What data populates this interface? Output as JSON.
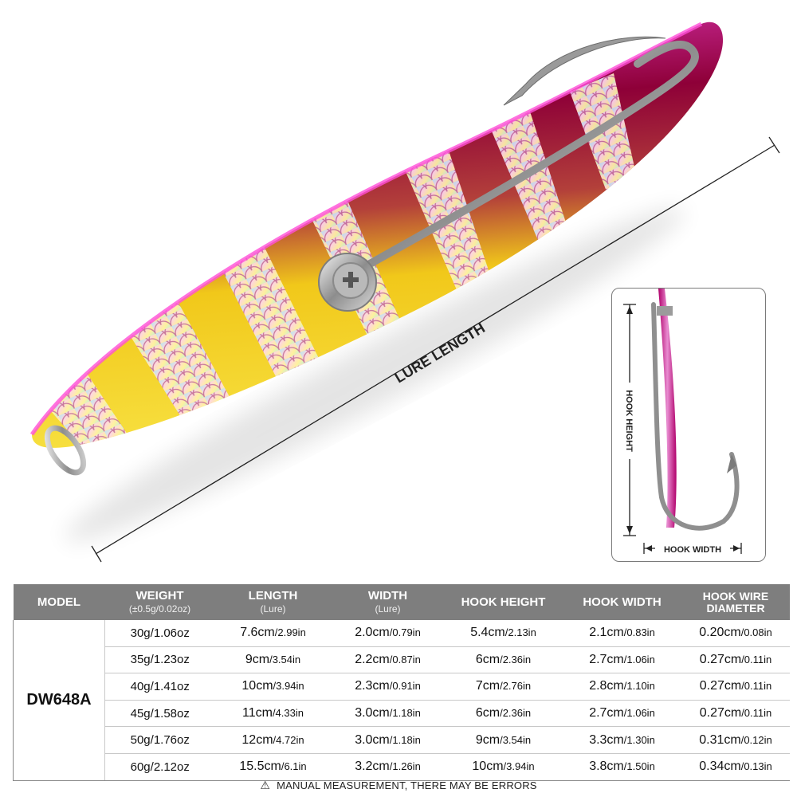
{
  "illustration": {
    "lure_length_label": "LURE LENGTH",
    "hook_height_label": "HOOK HEIGHT",
    "hook_width_label": "HOOK WIDTH"
  },
  "table": {
    "headers": [
      {
        "main": "MODEL",
        "sub": ""
      },
      {
        "main": "WEIGHT",
        "sub": "(±0.5g/0.02oz)"
      },
      {
        "main": "LENGTH",
        "sub": "(Lure)"
      },
      {
        "main": "WIDTH",
        "sub": "(Lure)"
      },
      {
        "main": "HOOK HEIGHT",
        "sub": ""
      },
      {
        "main": "HOOK WIDTH",
        "sub": ""
      },
      {
        "main": "HOOK WIRE",
        "sub": "DIAMETER"
      }
    ],
    "model": "DW648A",
    "rows": [
      {
        "weight": "30g/1.06oz",
        "length_cm": "7.6cm",
        "length_in": "/2.99in",
        "width_cm": "2.0cm",
        "width_in": "/0.79in",
        "hh_cm": "5.4cm",
        "hh_in": "/2.13in",
        "hw_cm": "2.1cm",
        "hw_in": "/0.83in",
        "wd_cm": "0.20cm",
        "wd_in": "/0.08in"
      },
      {
        "weight": "35g/1.23oz",
        "length_cm": "9cm",
        "length_in": "/3.54in",
        "width_cm": "2.2cm",
        "width_in": "/0.87in",
        "hh_cm": "6cm",
        "hh_in": "/2.36in",
        "hw_cm": "2.7cm",
        "hw_in": "/1.06in",
        "wd_cm": "0.27cm",
        "wd_in": "/0.11in"
      },
      {
        "weight": "40g/1.41oz",
        "length_cm": "10cm",
        "length_in": "/3.94in",
        "width_cm": "2.3cm",
        "width_in": "/0.91in",
        "hh_cm": "7cm",
        "hh_in": "/2.76in",
        "hw_cm": "2.8cm",
        "hw_in": "/1.10in",
        "wd_cm": "0.27cm",
        "wd_in": "/0.11in"
      },
      {
        "weight": "45g/1.58oz",
        "length_cm": "11cm",
        "length_in": "/4.33in",
        "width_cm": "3.0cm",
        "width_in": "/1.18in",
        "hh_cm": "6cm",
        "hh_in": "/2.36in",
        "hw_cm": "2.7cm",
        "hw_in": "/1.06in",
        "wd_cm": "0.27cm",
        "wd_in": "/0.11in"
      },
      {
        "weight": "50g/1.76oz",
        "length_cm": "12cm",
        "length_in": "/4.72in",
        "width_cm": "3.0cm",
        "width_in": "/1.18in",
        "hh_cm": "9cm",
        "hh_in": "/3.54in",
        "hw_cm": "3.3cm",
        "hw_in": "/1.30in",
        "wd_cm": "0.31cm",
        "wd_in": "/0.12in"
      },
      {
        "weight": "60g/2.12oz",
        "length_cm": "15.5cm",
        "length_in": "/6.1in",
        "width_cm": "3.2cm",
        "width_in": "/1.26in",
        "hh_cm": "10cm",
        "hh_in": "/3.94in",
        "hw_cm": "3.8cm",
        "hw_in": "/1.50in",
        "wd_cm": "0.34cm",
        "wd_in": "/0.13in"
      }
    ]
  },
  "note": "MANUAL MEASUREMENT, THERE MAY BE ERRORS",
  "icons": {
    "note": "warning-triangle-icon"
  },
  "colors": {
    "header_bg": "#7e7e7e",
    "lure_top": "#a8004e",
    "lure_edge": "#d01aa0",
    "lure_belly": "#f2d21a"
  }
}
